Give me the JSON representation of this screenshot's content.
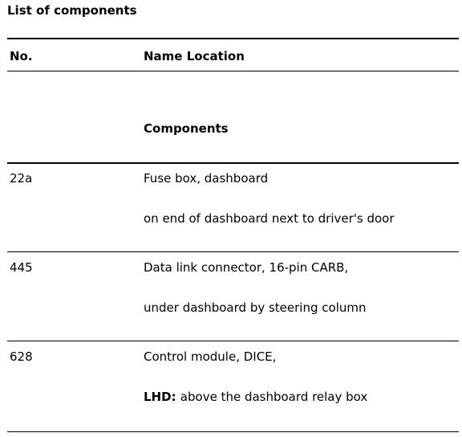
{
  "title": "List of components",
  "header": {
    "no": "No.",
    "name_location": "Name Location"
  },
  "section_heading": "Components",
  "rows": [
    {
      "no": "22a",
      "name": "Fuse box, dashboard",
      "location": "on end of dashboard next to driver's door",
      "location_prefix": ""
    },
    {
      "no": "445",
      "name": "Data link connector, 16-pin CARB,",
      "location": "under dashboard by steering column",
      "location_prefix": ""
    },
    {
      "no": "628",
      "name": "Control module, DICE,",
      "location": "above the dashboard relay box",
      "location_prefix": "LHD:"
    }
  ]
}
